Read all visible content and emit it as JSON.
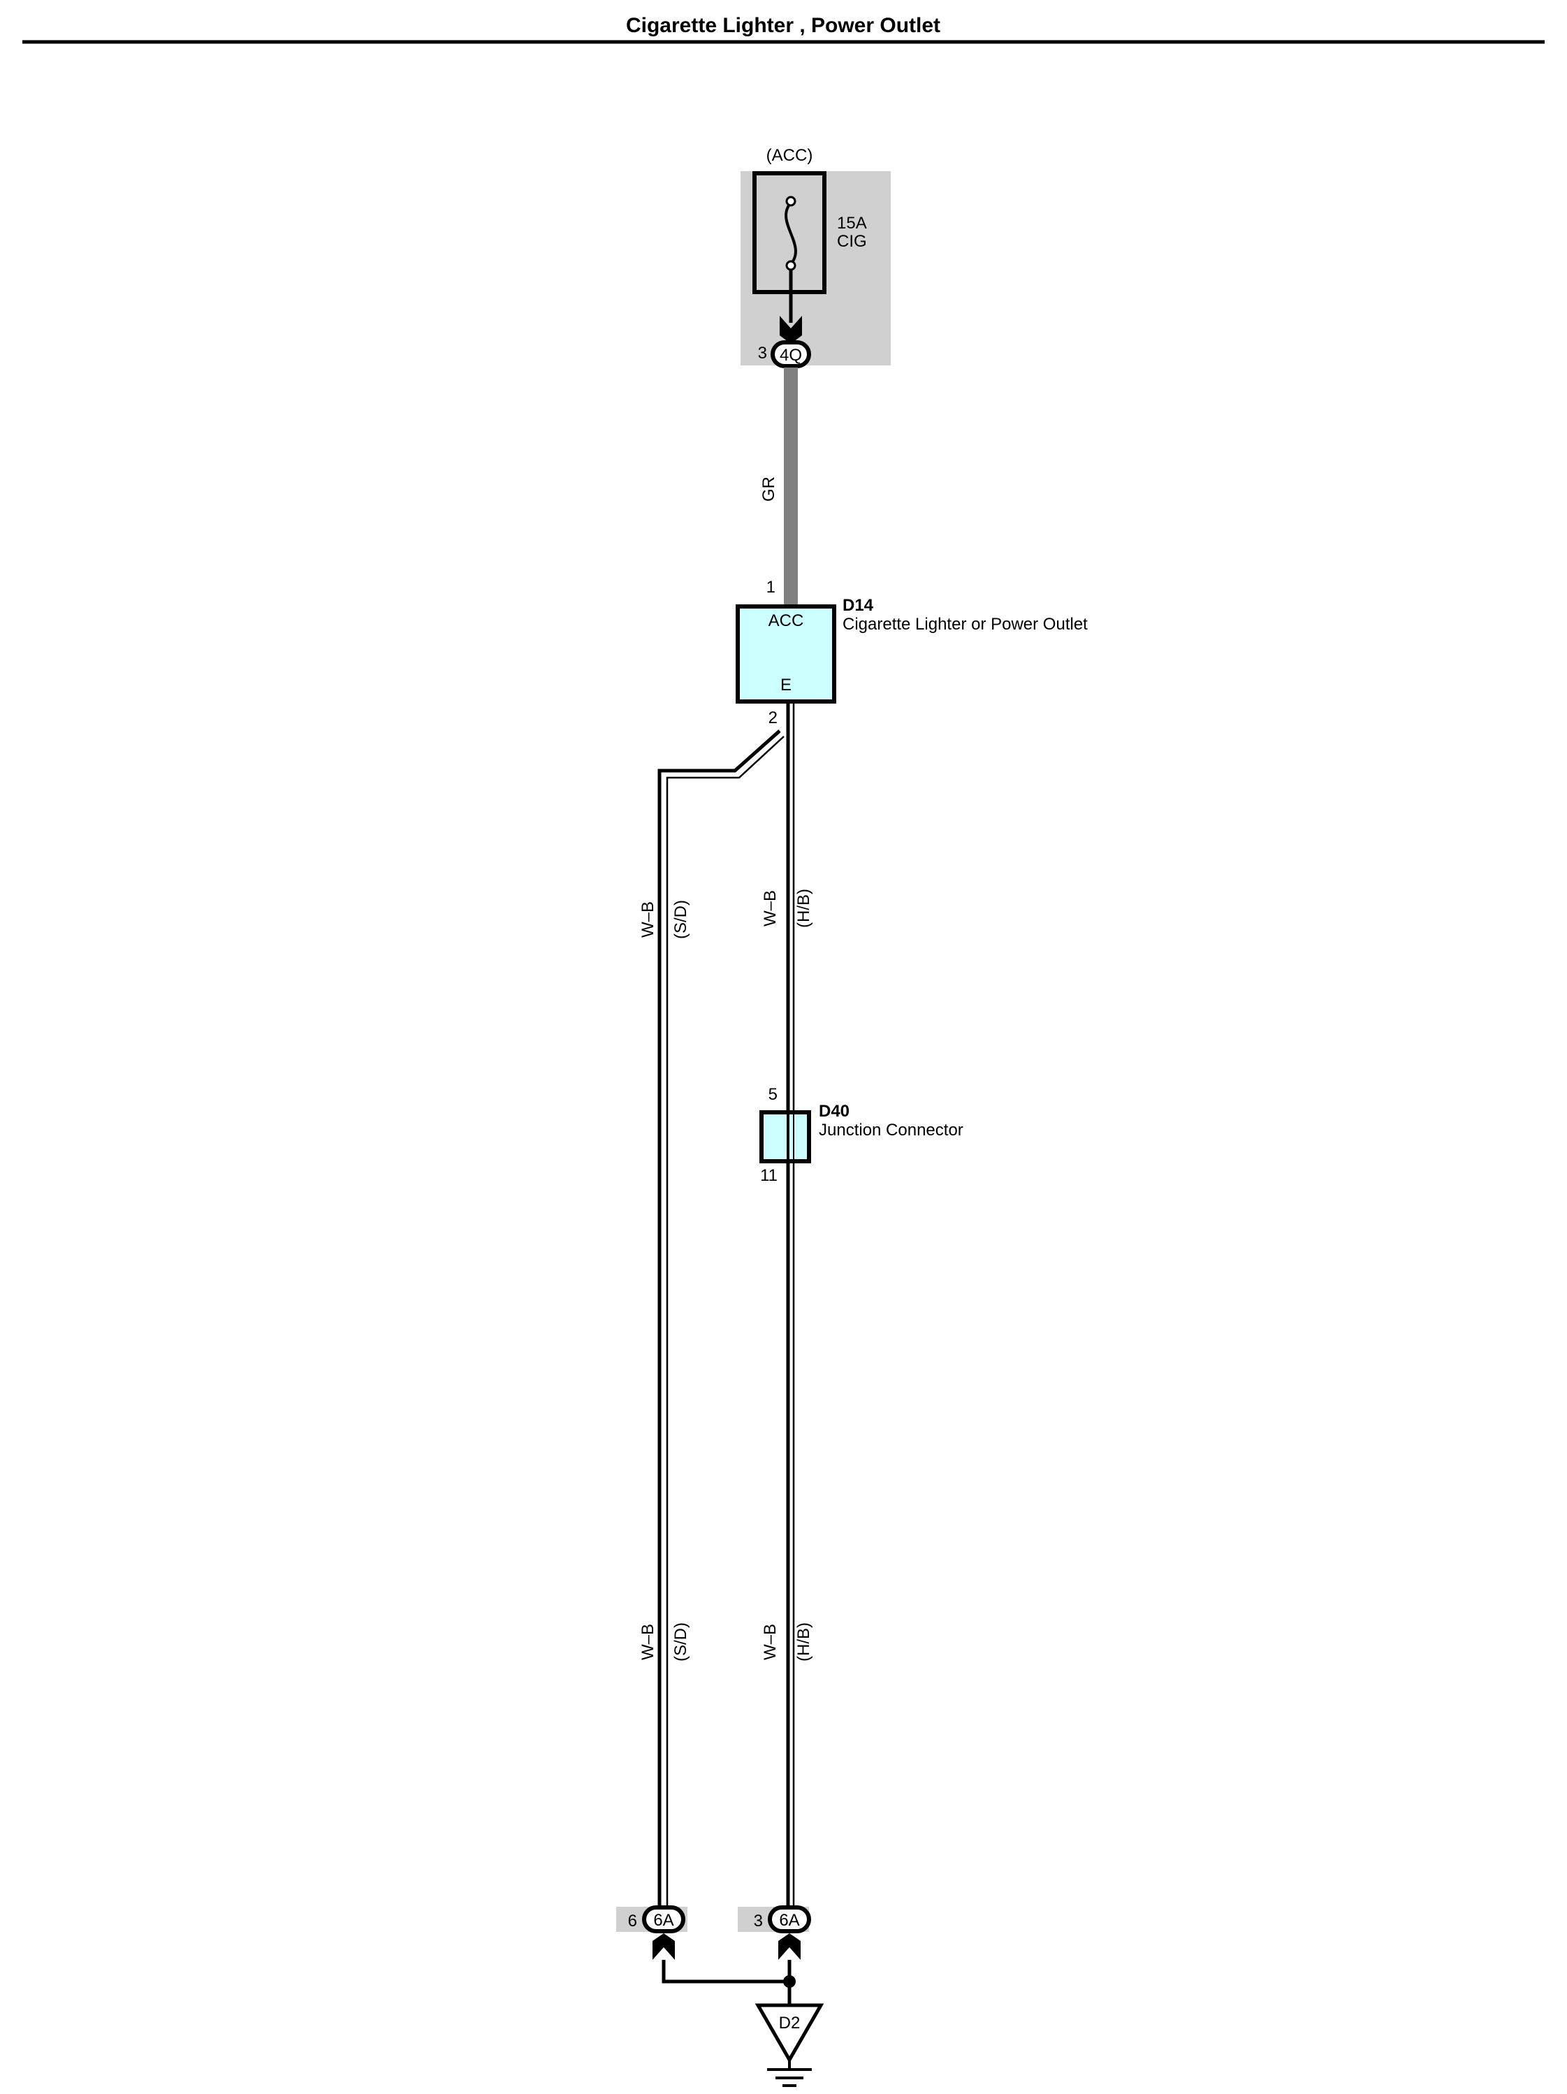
{
  "page": {
    "title": "Cigarette Lighter , Power Outlet"
  },
  "fuse": {
    "supply": "(ACC)",
    "rating": "15A",
    "name": "CIG",
    "connector_pin": "3",
    "connector_id": "4Q"
  },
  "wire_top": {
    "color": "GR"
  },
  "d14": {
    "id": "D14",
    "name": "Cigarette Lighter or Power Outlet",
    "pin_top": "1",
    "pin_bottom": "2",
    "terminal_top": "ACC",
    "terminal_bottom": "E"
  },
  "wire_left_upper": {
    "color": "W–B",
    "variant": "(S/D)"
  },
  "wire_right_upper": {
    "color": "W–B",
    "variant": "(H/B)"
  },
  "d40": {
    "id": "D40",
    "name": "Junction Connector",
    "pin_top": "5",
    "pin_bottom": "11"
  },
  "wire_left_lower": {
    "color": "W–B",
    "variant": "(S/D)"
  },
  "wire_right_lower": {
    "color": "W–B",
    "variant": "(H/B)"
  },
  "conn_left": {
    "pin": "6",
    "id": "6A"
  },
  "conn_right": {
    "pin": "3",
    "id": "6A"
  },
  "ground": {
    "id": "D2"
  },
  "colors": {
    "gray_wire": "#808080",
    "component_fill": "#ccffff",
    "shade": "#d0d0d0"
  }
}
